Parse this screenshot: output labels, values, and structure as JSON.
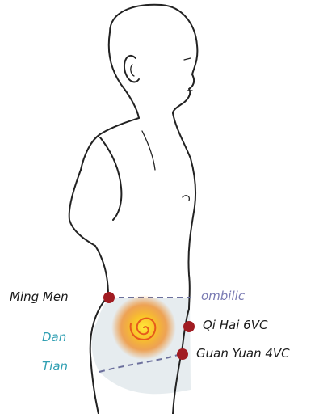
{
  "labels": {
    "ming_men": "Ming Men",
    "ombilic": "ombilic",
    "qi_hai": "Qi Hai 6VC",
    "guan_yuan": "Guan Yuan 4VC",
    "dan": "Dan",
    "tian": "Tian"
  },
  "colors": {
    "label_dark": "#1a1a1a",
    "label_ombilic": "#7a7bb3",
    "label_dantian": "#2f9fb2",
    "point": "#a11c22",
    "dashed": "#6b6f9c",
    "region_fill": "#e6ecef",
    "glow_center": "#f7d23a",
    "glow_edge": "#ee7a20",
    "outline": "#222222"
  }
}
